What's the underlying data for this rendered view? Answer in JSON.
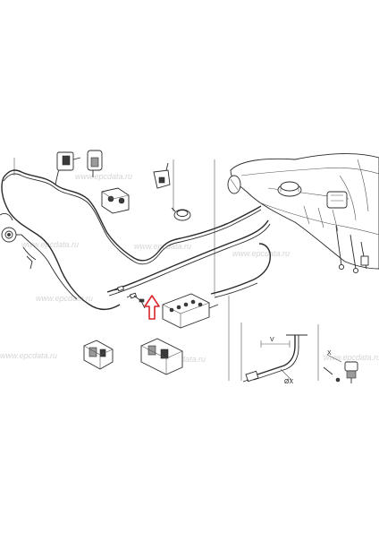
{
  "watermark": {
    "text": "www.epcdata.ru"
  },
  "labels": {
    "dimension_v": "V",
    "dimension_x": "X",
    "detail_mark": "ØX"
  },
  "colors": {
    "highlight_arrow": "#d9262a",
    "line": "#2b2b2b",
    "watermark": "#c8c8c8"
  },
  "icons": [
    "up-arrow-icon"
  ]
}
